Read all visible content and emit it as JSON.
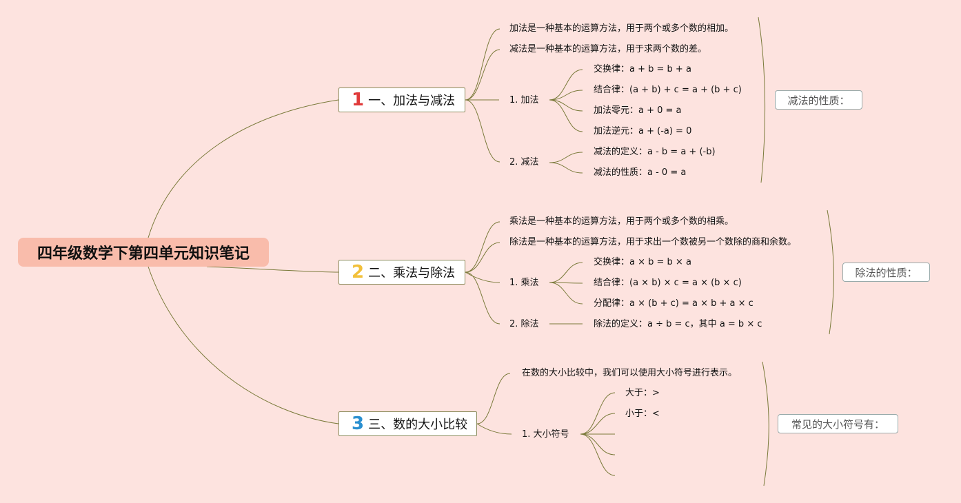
{
  "root": {
    "title": "四年级数学下第四单元知识笔记"
  },
  "branches": [
    {
      "num": "1",
      "num_color": "#e03a3a",
      "label": "一、加法与减法",
      "notes": [
        "加法是一种基本的运算方法，用于两个或多个数的相加。",
        "减法是一种基本的运算方法，用于求两个数的差。"
      ],
      "subs": [
        {
          "label": "1. 加法",
          "items": [
            "交换律：a + b = b + a",
            "结合律：(a + b) + c = a + (b + c)",
            "加法零元：a + 0 = a",
            "加法逆元：a + (-a) = 0"
          ]
        },
        {
          "label": "2. 减法",
          "items": [
            "减法的定义：a - b = a + (-b)",
            "减法的性质：a - 0 = a"
          ]
        }
      ],
      "summary": "减法的性质："
    },
    {
      "num": "2",
      "num_color": "#f2c03a",
      "label": "二、乘法与除法",
      "notes": [
        "乘法是一种基本的运算方法，用于两个或多个数的相乘。",
        "除法是一种基本的运算方法，用于求出一个数被另一个数除的商和余数。"
      ],
      "subs": [
        {
          "label": "1. 乘法",
          "items": [
            "交换律：a × b = b × a",
            "结合律：(a × b) × c = a × (b × c)",
            "分配律：a × (b + c) = a × b + a × c"
          ]
        },
        {
          "label": "2. 除法",
          "items": [
            "除法的定义：a ÷ b = c，其中 a = b × c"
          ]
        }
      ],
      "summary": "除法的性质："
    },
    {
      "num": "3",
      "num_color": "#2a8fd0",
      "label": "三、数的大小比较",
      "notes": [
        "在数的大小比较中，我们可以使用大小符号进行表示。"
      ],
      "subs": [
        {
          "label": "1. 大小符号",
          "items": [
            "大于：>",
            "小于：<"
          ]
        }
      ],
      "summary": "常见的大小符号有："
    }
  ],
  "colors": {
    "background": "#fde3df",
    "root": "#f9bcab",
    "line": "#7a7a3a"
  }
}
